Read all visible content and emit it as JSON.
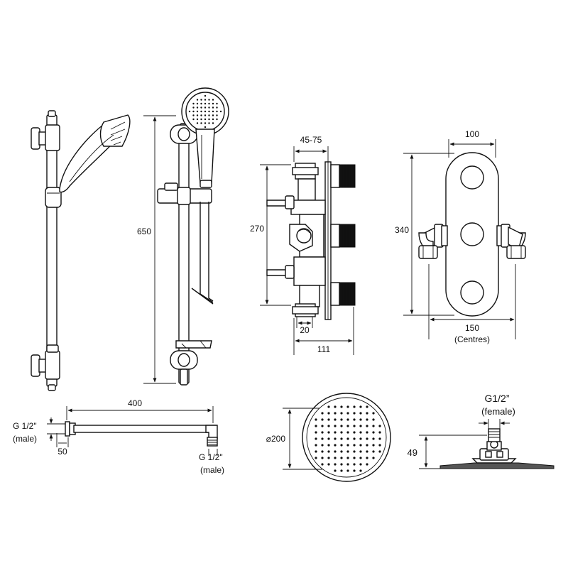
{
  "riser_rail": {
    "height": "650"
  },
  "thermostatic_valve": {
    "outlet_depth": "45-75",
    "height": "270",
    "offset": "20",
    "depth": "111"
  },
  "faceplate": {
    "width": "100",
    "height": "340",
    "centres_value": "150",
    "centres_label": "(Centres)"
  },
  "shower_arm": {
    "length": "400",
    "inlet_thread": "G 1/2\"",
    "inlet_type": "(male)",
    "projection": "50",
    "outlet_thread": "G 1/2\"",
    "outlet_type": "(male)"
  },
  "shower_head": {
    "diameter": "⌀200",
    "thread": "G1/2”",
    "thread_type": "(female)",
    "height": "49"
  }
}
